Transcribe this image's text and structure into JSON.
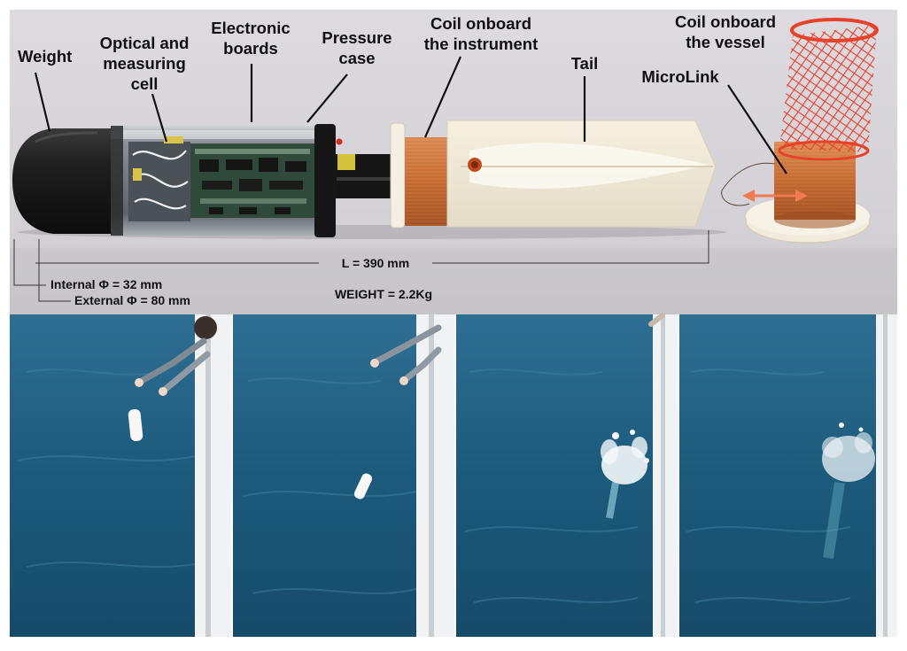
{
  "labels": {
    "weight": "Weight",
    "optical_line1": "Optical and",
    "optical_line2": "measuring",
    "optical_line3": "cell",
    "electronic_line1": "Electronic",
    "electronic_line2": "boards",
    "pressure_line1": "Pressure",
    "pressure_line2": "case",
    "coil_instrument_line1": "Coil onboard",
    "coil_instrument_line2": "the instrument",
    "tail": "Tail",
    "coil_vessel_line1": "Coil onboard",
    "coil_vessel_line2": "the vessel",
    "microlink": "MicroLink"
  },
  "dimensions": {
    "length": "L = 390 mm",
    "internal_diameter": "Internal Φ = 32 mm",
    "external_diameter": "External Φ = 80 mm",
    "total_weight": "WEIGHT = 2.2Kg"
  },
  "colors": {
    "sea": "#1c5a7c",
    "copper": "#c46a32",
    "net": "#e8412a",
    "arrow": "#f07a52"
  }
}
